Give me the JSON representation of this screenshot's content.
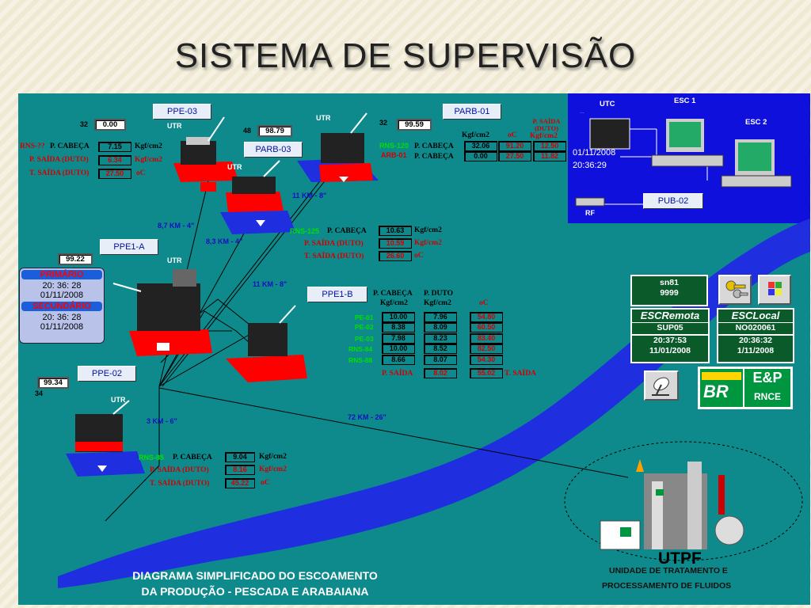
{
  "slide_title": "SISTEMA DE SUPERVISÃO",
  "bottom_title": {
    "line1": "DIAGRAMA SIMPLIFICADO DO ESCOAMENTO",
    "line2": "DA PRODUÇÃO - PESCADA E ARABAIANA"
  },
  "platforms": {
    "ppe03": {
      "name": "PPE-03",
      "utr": "UTR",
      "gauge_num": "32",
      "gauge_val": "0.00",
      "well": "RNS-??",
      "cabeca": "7.15",
      "saida_duto": "6.34",
      "t_saida": "27.50"
    },
    "parb03": {
      "name": "PARB-03",
      "utr": "UTR",
      "gauge_num": "48",
      "gauge_val": "98.79",
      "well": "RNS-125",
      "cabeca": "10.63",
      "saida_duto": "10.59",
      "t_saida": "26.60"
    },
    "parb01": {
      "name": "PARB-01",
      "utr": "UTR",
      "gauge_num": "32",
      "gauge_val": "99.59",
      "well1": "RNS-120",
      "well2": "ARB-01",
      "cabeca_kgf": "32.06",
      "cabeca_oc": "91.20",
      "cabeca_saida": "12.50",
      "duto_kgf": "0.00",
      "duto_oc": "27.50",
      "duto_saida": "11.82"
    },
    "ppe1a": {
      "name": "PPE1-A",
      "utr": "UTR",
      "gauge_val": "99.22"
    },
    "ppe1b": {
      "name": "PPE1-B",
      "rows": [
        {
          "well": "PE-01",
          "cabeca": "10.00",
          "duto": "7.96",
          "oc": "54.80"
        },
        {
          "well": "PE-02",
          "cabeca": "8.38",
          "duto": "8.09",
          "oc": "60.50"
        },
        {
          "well": "PE-03",
          "cabeca": "7.98",
          "duto": "8.23",
          "oc": "83.40"
        },
        {
          "well": "RNS-84",
          "cabeca": "10.00",
          "duto": "8.52",
          "oc": "82.50"
        },
        {
          "well": "RNS-88",
          "cabeca": "8.66",
          "duto": "8.07",
          "oc": "54.30"
        }
      ],
      "p_saida_val": "8.02",
      "t_saida_val": "55.02"
    },
    "ppe02": {
      "name": "PPE-02",
      "utr": "UTR",
      "gauge_num": "34",
      "gauge_val": "99.34",
      "well": "RNS-85",
      "cabeca": "9.04",
      "saida_duto": "8.16",
      "t_saida": "45.22"
    }
  },
  "labels": {
    "p_cabeca": "P. CABEÇA",
    "p_saida_duto": "P. SAÍDA (DUTO)",
    "t_saida_duto": "T. SAÍDA (DUTO)",
    "kgf": "Kgf/cm2",
    "oc": "oC",
    "p_saida_duto_2l": "P. SAÍDA (DUTO)",
    "p_duto": "P. DUTO",
    "p_saida": "P. SAÍDA",
    "t_saida": "T. SAÍDA"
  },
  "pipelines": {
    "d1": "8,7 KM - 4\"",
    "d2": "8,3 KM - 4\"",
    "d3": "11 KM - 8\"",
    "d4": "11 KM - 8\"",
    "d5": "3 KM - 6\"",
    "d6": "72 KM - 26\""
  },
  "status_panel": {
    "primario": "PRIMÁRIO",
    "time1": "20: 36: 28",
    "date1": "01/11/2008",
    "secundario": "SECUNDÁRIO",
    "time2": "20: 36: 28",
    "date2": "01/11/2008"
  },
  "network": {
    "utc": "UTC",
    "utc_sub": "...",
    "esc1": "ESC 1",
    "esc2": "ESC 2",
    "date": "01/11/2008",
    "time": "20:36:29",
    "rf": "RF",
    "pub": "PUB-02"
  },
  "sn": {
    "line1": "sn81",
    "line2": "9999"
  },
  "esc_remota": {
    "title": "ESCRemota",
    "sub": "SUP05",
    "time": "20:37:53",
    "date": "11/01/2008"
  },
  "esc_local": {
    "title": "ESCLocal",
    "sub": "NO020061",
    "time": "20:36:32",
    "date": "1/11/2008"
  },
  "logo": {
    "br": "BR",
    "ep": "E&P",
    "rnce": "RNCE"
  },
  "utpf": {
    "name": "UTPF",
    "line1": "UNIDADE DE TRATAMENTO E",
    "line2": "PROCESSAMENTO DE FLUIDOS"
  },
  "colors": {
    "scada_bg": "#0f8a8c",
    "sea": "#1f2fe0",
    "platform_red": "#ff0000",
    "gold": "#e8b400",
    "petro_green": "#009640"
  }
}
